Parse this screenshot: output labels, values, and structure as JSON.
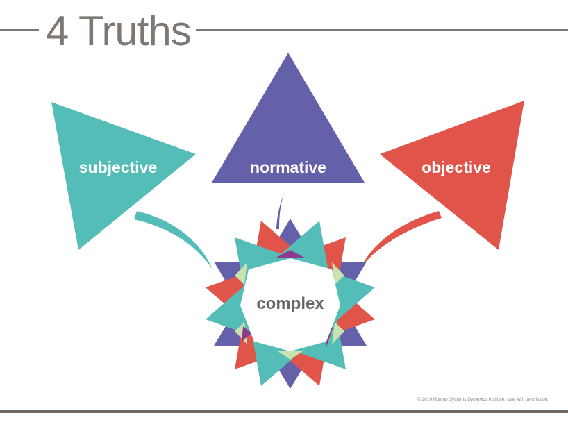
{
  "header": {
    "title": "4 Truths"
  },
  "diagram": {
    "truths": [
      {
        "label": "subjective",
        "color": "#55bdb7"
      },
      {
        "label": "normative",
        "color": "#6461aa"
      },
      {
        "label": "objective",
        "color": "#e0544a"
      }
    ],
    "center": {
      "label": "complex",
      "colors": {
        "teal": "#55bdb7",
        "purple": "#6461aa",
        "red": "#e0544a",
        "overlap_light": "#c9e3b0",
        "overlap_dark": "#8c3a8e"
      }
    }
  },
  "footer": {
    "copyright": "© 2016 Human Systems Dynamics Institute. Use with permission."
  }
}
